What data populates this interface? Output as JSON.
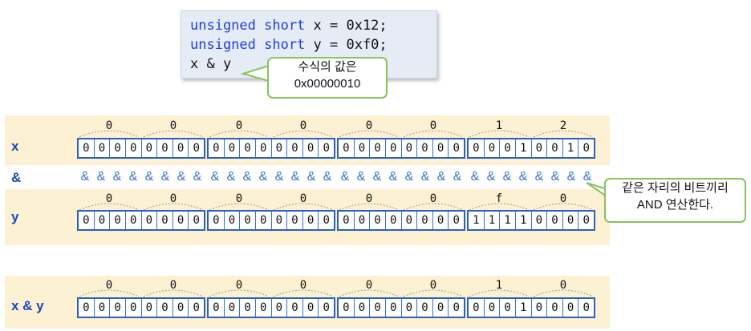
{
  "code": {
    "line1": {
      "type": "unsigned short",
      "rest": " x = 0x12;"
    },
    "line2": {
      "type": "unsigned short",
      "rest": " y = 0xf0;"
    },
    "line3": "x & y"
  },
  "callout": {
    "line1": "수식의 값은",
    "line2": "0x00000010"
  },
  "rows": [
    {
      "label": "x",
      "hex": [
        "0",
        "0",
        "0",
        "0",
        "0",
        "0",
        "1",
        "2"
      ],
      "bits": "00000000000000000000000000010010"
    },
    {
      "label": "y",
      "hex": [
        "0",
        "0",
        "0",
        "0",
        "0",
        "0",
        "f",
        "0"
      ],
      "bits": "00000000000000000000000011110000"
    },
    {
      "label": "x & y",
      "hex": [
        "0",
        "0",
        "0",
        "0",
        "0",
        "0",
        "1",
        "0"
      ],
      "bits": "00000000000000000000000000010000"
    }
  ],
  "and_row": {
    "label": "&",
    "symbol": "&"
  },
  "note": {
    "line1": "같은 자리의 비트끼리",
    "line2": "AND 연산한다."
  },
  "colors": {
    "panel": "#fdf1d3",
    "cell_border": "#2b60c0",
    "label": "#1d47b6",
    "keyword": "#1f3fd6",
    "callout_border": "#86c45c",
    "code_bg": "#e6ecf5"
  }
}
